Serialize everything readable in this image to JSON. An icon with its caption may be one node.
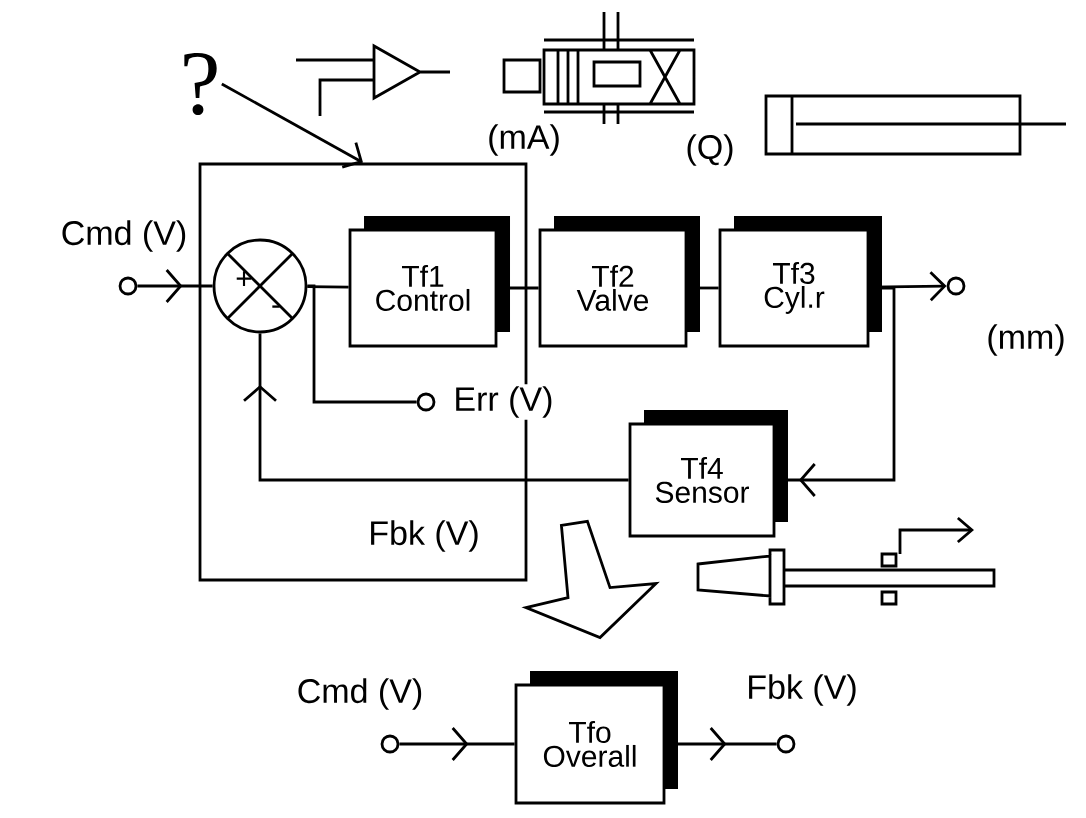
{
  "diagram": {
    "nodes": [
      {
        "text": [
          "?"
        ]
      },
      {
        "text": [],
        "shape": "box"
      },
      {
        "text": [
          "+",
          "-"
        ],
        "in": 1
      },
      {
        "text": [
          "Tf1",
          "Control"
        ],
        "in": 1
      },
      {
        "text": [
          "Tf2",
          "Valve"
        ]
      },
      {
        "text": [
          "Tf3",
          "Cyl.r"
        ]
      },
      {
        "text": [
          "Tf4",
          "Sensor"
        ]
      },
      {
        "text": [
          "Tfo",
          "Overall"
        ]
      },
      {
        "text": [],
        "shape": "circle",
        "beside": [
          "Cmd (V)"
        ]
      },
      {
        "text": [],
        "shape": "circle",
        "beside": [
          "(mm)"
        ]
      },
      {
        "text": [],
        "shape": "circle",
        "beside": [
          "Err (V)"
        ],
        "in": 1
      },
      {
        "text": [],
        "shape": "circle",
        "beside": [
          "Cmd (V)"
        ]
      },
      {
        "text": [],
        "shape": "circle",
        "beside": [
          "Fbk (V)"
        ]
      }
    ],
    "edges": [
      {
        "from": 0,
        "to": 1,
        "arrow": "to"
      },
      {
        "from": 8,
        "to": 2,
        "arrow": "to"
      },
      {
        "from": 2,
        "to": 3,
        "arrow": "none"
      },
      {
        "from": 3,
        "to": 4,
        "arrow": "none"
      },
      {
        "from": 4,
        "to": 5,
        "arrow": "none"
      },
      {
        "from": 5,
        "to": 9,
        "arrow": "to"
      },
      {
        "from": 5,
        "to": 6,
        "arrow": "to"
      },
      {
        "from": 6,
        "to": 2,
        "arrow": "to"
      },
      {
        "from": 2,
        "to": 10,
        "arrow": "none"
      },
      {
        "from": 11,
        "to": 7,
        "arrow": "to"
      },
      {
        "from": 7,
        "to": 12,
        "arrow": "to"
      },
      {
        "from": 1,
        "to": 7,
        "arrow": "to"
      }
    ],
    "labels": [
      "(mA)",
      "(Q)",
      "Fbk (V)"
    ]
  }
}
